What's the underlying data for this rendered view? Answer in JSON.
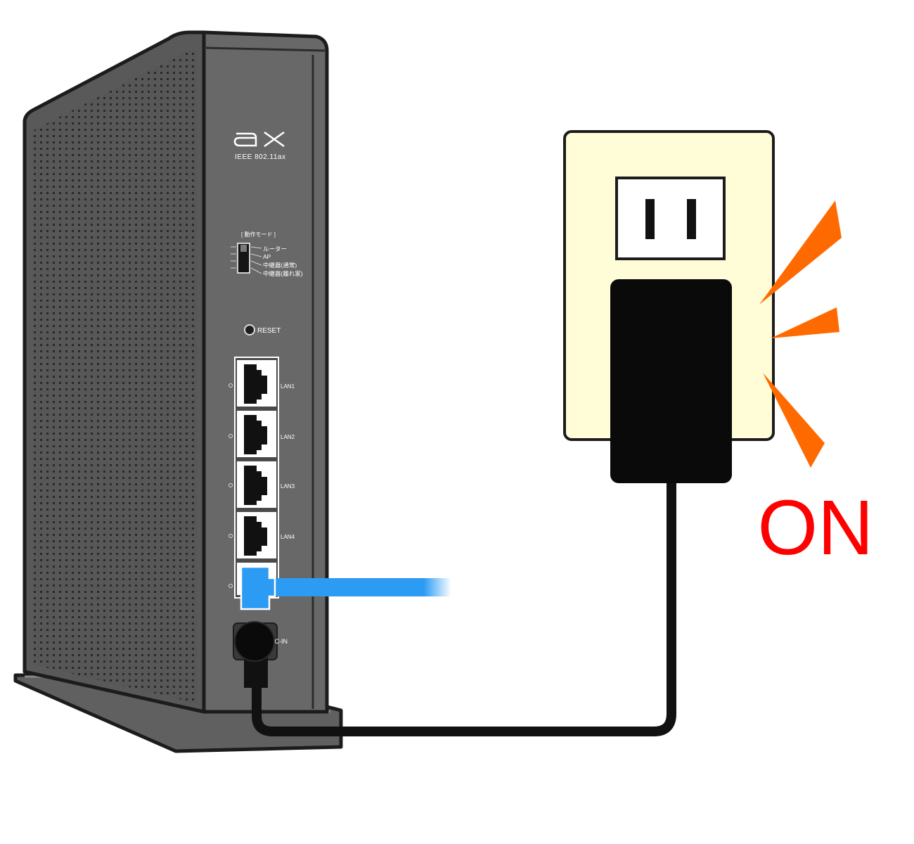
{
  "router": {
    "brand_mark": "ax",
    "standard": "IEEE 802.11ax",
    "mode_switch": {
      "title": "[ 動作モード ]",
      "options": [
        "ルーター",
        "AP",
        "中継器(通常)",
        "中継器(離れ家)"
      ]
    },
    "reset_label": "RESET",
    "ports": [
      "LAN1",
      "LAN2",
      "LAN3",
      "LAN4"
    ],
    "dc_in_label": "DC-IN"
  },
  "status": {
    "text": "ON",
    "text_color": "#ff0000",
    "burst_color": "#ff6a00"
  },
  "colors": {
    "router_body": "#5b5b5b",
    "router_panel": "#666666",
    "outlet_plate": "#fffdd8",
    "lan_cable": "#2b9bf4",
    "power_cable": "#111111"
  },
  "icons": {
    "router": "wifi-router-icon",
    "outlet": "wall-outlet-icon",
    "adapter": "ac-adapter-icon",
    "burst": "power-on-burst-icon"
  }
}
